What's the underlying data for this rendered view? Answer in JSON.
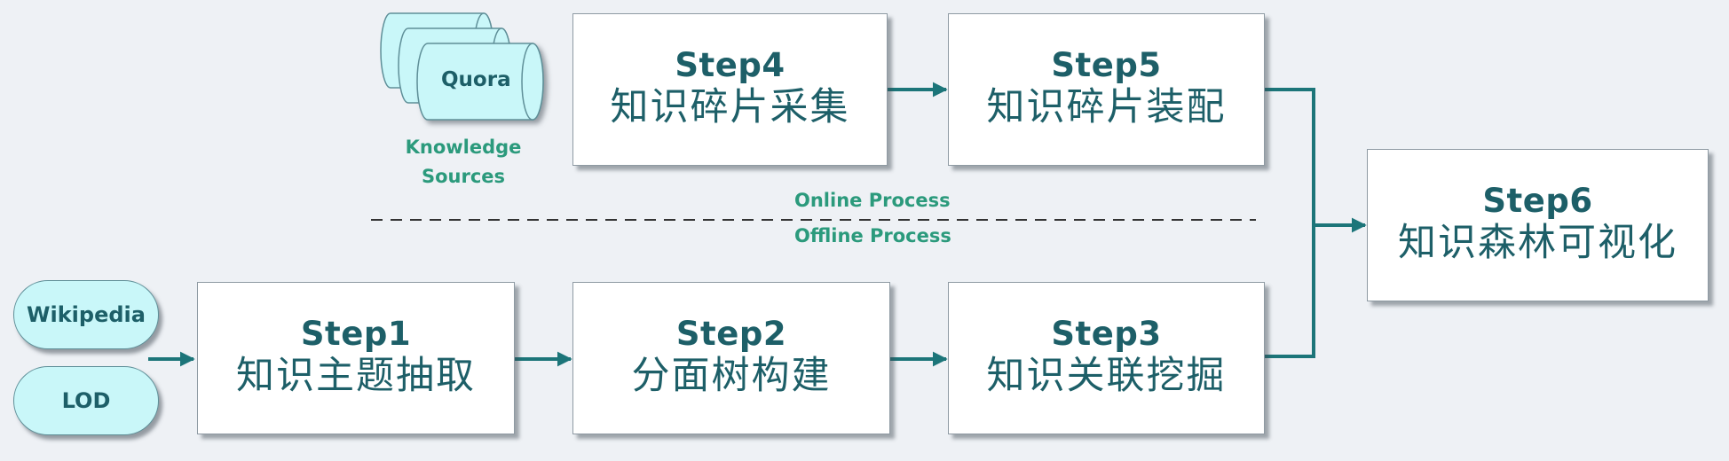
{
  "steps": {
    "step1": {
      "title": "Step1",
      "desc": "知识主题抽取"
    },
    "step2": {
      "title": "Step2",
      "desc": "分面树构建"
    },
    "step3": {
      "title": "Step3",
      "desc": "知识关联挖掘"
    },
    "step4": {
      "title": "Step4",
      "desc": "知识碎片采集"
    },
    "step5": {
      "title": "Step5",
      "desc": "知识碎片装配"
    },
    "step6": {
      "title": "Step6",
      "desc": "知识森林可视化"
    }
  },
  "sources": {
    "wikipedia": "Wikipedia",
    "lod": "LOD",
    "quora": "Quora",
    "knowledge_sources_line1": "Knowledge",
    "knowledge_sources_line2": "Sources"
  },
  "process": {
    "online": "Online Process",
    "offline": "Offline Process"
  },
  "colors": {
    "arrow": "#1c7579",
    "text": "#1d5f68",
    "label": "#2b9a7c",
    "pill_fill": "#c9f7f9",
    "background": "#eef1f5"
  }
}
